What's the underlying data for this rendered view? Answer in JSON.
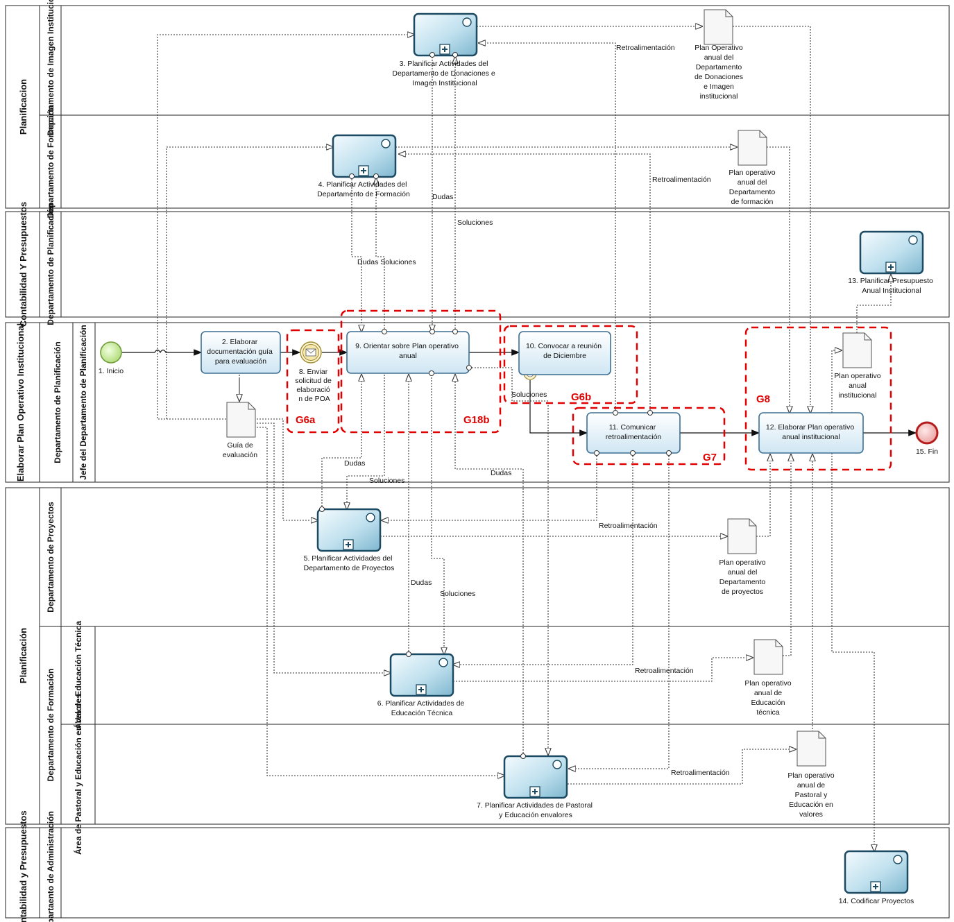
{
  "pools": [
    {
      "label": "Planificacion",
      "lanes": [
        "Departamento de Imagen Institucional",
        "Departamento de Formación"
      ]
    },
    {
      "label": "Contabilidad Y Presupuestos",
      "lanes": [
        "Departamento de Planificación"
      ]
    },
    {
      "label": "Elaborar Plan Operativo Institucional",
      "lanes": [
        "Departamento de Planificación"
      ],
      "sublanes": [
        "Jefe del Departamento de Planificación"
      ]
    },
    {
      "label": "Planificación",
      "lanes": [
        "Departamento de Proyectos",
        "Departamento de Formación"
      ],
      "sublanes": [
        "Área de Educación Técnica",
        "Área de Pastoral y Educación en Valores"
      ]
    },
    {
      "label": "Contabilidad y Presupuestos",
      "lanes": [
        "Departaento de Administración"
      ]
    }
  ],
  "events": {
    "start": "1. Inicio",
    "end": "15. Fin",
    "message": "8. Enviar solicitud de elaboració n de POA"
  },
  "tasks": {
    "t2": "2. Elaborar documentación guía para evaluación",
    "t9": "9. Orientar sobre Plan operativo anual",
    "t10": "10. Convocar a reunión de Diciembre",
    "t11": "11. Comunicar retroalimentación",
    "t12": "12. Elaborar Plan operativo anual institucional"
  },
  "subprocesses": {
    "s3": "3. Planificar Actividades del Departamento de Donaciones e Imagen Institucional",
    "s4": "4. Planificar Actividades del Departamento de Formación",
    "s5": "5. Planificar Actividades del Departamento de Proyectos",
    "s6": "6. Planificar Actividades de Educación Técnica",
    "s7": "7. Planificar Actividades de Pastoral y Educación envalores",
    "s13": "13. Planificar Presupuesto Anual Institucional",
    "s14": "14. Codificar Proyectos"
  },
  "documents": {
    "d_guia": "Guía de evaluación",
    "d_imagen": "Plan Operativo anual del Departamento de Donaciones e Imagen institucional",
    "d_formacion": "Plan operativo anual del Departamento de formación",
    "d_proyectos": "Plan operativo anual del Departamento de proyectos",
    "d_tecnica": "Plan operativo anual de Educación técnica",
    "d_pastoral": "Plan operativo anual de Pastoral y Educación en valores",
    "d_institucional": "Plan operativo anual institucional"
  },
  "flow_labels": {
    "retro": "Retroalimentación",
    "dudas": "Dudas",
    "soluciones": "Soluciones",
    "dudas_soluciones": "Dudas Soluciones"
  },
  "groups": [
    "G6a",
    "G18b",
    "G6b",
    "G7",
    "G8"
  ],
  "colors": {
    "group_border": "#e00000",
    "task_fill": "#d7ecf6",
    "start": "#8bc34a",
    "end": "#c62828"
  }
}
